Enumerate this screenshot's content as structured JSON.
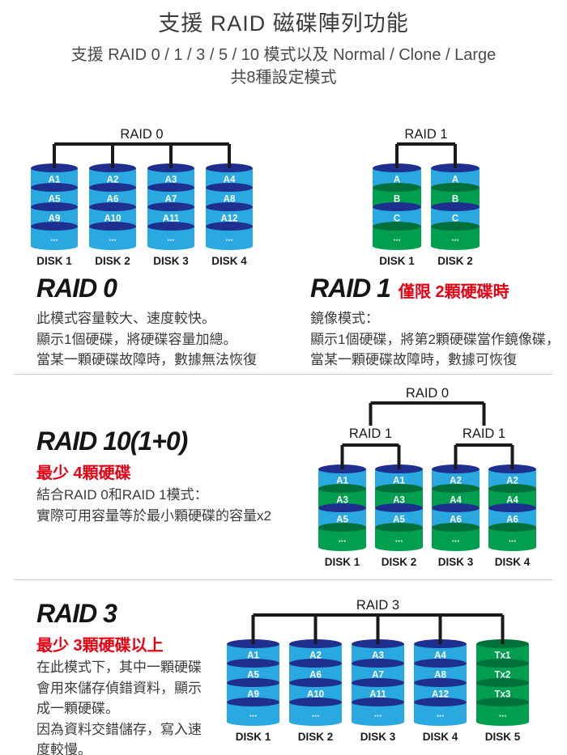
{
  "header": {
    "title": "支援 RAID 磁碟陣列功能",
    "subtitle": "支援 RAID 0 / 1 / 3 / 5 / 10 模式以及 Normal / Clone / Large",
    "subtitle2": "共8種設定模式"
  },
  "colors": {
    "disk_blue": "#29A9E0",
    "disk_blue_dark": "#1E2F90",
    "disk_green": "#009E4F",
    "disk_green_dark": "#00703A",
    "accent_red": "#E60012",
    "line": "#1A1A1A",
    "text": "#3E3A39",
    "divider": "#C9C9C9"
  },
  "raid0": {
    "heading": "RAID 0",
    "diagram_label": "RAID 0",
    "body": [
      "此模式容量較大、速度較快。",
      "顯示1個硬碟，將硬碟容量加總。",
      "當某一顆硬碟故障時，數據無法恢復"
    ],
    "disks": [
      {
        "name": "DISK 1",
        "segments": [
          "A1",
          "A5",
          "A9",
          "..."
        ],
        "colors": [
          "blue",
          "blue",
          "blue",
          "blue"
        ]
      },
      {
        "name": "DISK 2",
        "segments": [
          "A2",
          "A6",
          "A10",
          "..."
        ],
        "colors": [
          "blue",
          "blue",
          "blue",
          "blue"
        ]
      },
      {
        "name": "DISK 3",
        "segments": [
          "A3",
          "A7",
          "A11",
          "..."
        ],
        "colors": [
          "blue",
          "blue",
          "blue",
          "blue"
        ]
      },
      {
        "name": "DISK 4",
        "segments": [
          "A4",
          "A8",
          "A12",
          "..."
        ],
        "colors": [
          "blue",
          "blue",
          "blue",
          "blue"
        ]
      }
    ]
  },
  "raid1": {
    "heading": "RAID 1",
    "note": "僅限 2顆硬碟時",
    "diagram_label": "RAID 1",
    "body": [
      "鏡像模式：",
      "顯示1個硬碟，將第2顆硬碟當作鏡像碟，",
      "當某一顆硬碟故障時，數據可恢復"
    ],
    "disks": [
      {
        "name": "DISK 1",
        "segments": [
          "A",
          "B",
          "C",
          "..."
        ],
        "colors": [
          "blue",
          "green",
          "blue",
          "green"
        ]
      },
      {
        "name": "DISK 2",
        "segments": [
          "A",
          "B",
          "C",
          "..."
        ],
        "colors": [
          "blue",
          "green",
          "blue",
          "green"
        ]
      }
    ]
  },
  "raid10": {
    "heading": "RAID 10(1+0)",
    "note": "最少 4顆硬碟",
    "top_label": "RAID 0",
    "sub_label_left": "RAID 1",
    "sub_label_right": "RAID 1",
    "body": [
      "結合RAID 0和RAID 1模式：",
      "實際可用容量等於最小顆硬碟的容量x2"
    ],
    "disks": [
      {
        "name": "DISK 1",
        "segments": [
          "A1",
          "A3",
          "A5",
          "..."
        ],
        "colors": [
          "blue",
          "green",
          "blue",
          "green"
        ]
      },
      {
        "name": "DISK 2",
        "segments": [
          "A1",
          "A3",
          "A5",
          "..."
        ],
        "colors": [
          "blue",
          "green",
          "blue",
          "green"
        ]
      },
      {
        "name": "DISK 3",
        "segments": [
          "A2",
          "A4",
          "A6",
          "..."
        ],
        "colors": [
          "blue",
          "green",
          "blue",
          "green"
        ]
      },
      {
        "name": "DISK 4",
        "segments": [
          "A2",
          "A4",
          "A6",
          "..."
        ],
        "colors": [
          "blue",
          "green",
          "blue",
          "green"
        ]
      }
    ]
  },
  "raid3": {
    "heading": "RAID 3",
    "note": "最少 3顆硬碟以上",
    "diagram_label": "RAID 3",
    "body": [
      "在此模式下，其中一顆硬碟會用來儲存偵錯資料，顯示成一顆硬碟。",
      "因為資料交錯儲存，寫入速度較慢。"
    ],
    "disks": [
      {
        "name": "DISK 1",
        "segments": [
          "A1",
          "A5",
          "A9",
          "..."
        ],
        "colors": [
          "blue",
          "blue",
          "blue",
          "blue"
        ]
      },
      {
        "name": "DISK 2",
        "segments": [
          "A2",
          "A6",
          "A10",
          "..."
        ],
        "colors": [
          "blue",
          "blue",
          "blue",
          "blue"
        ]
      },
      {
        "name": "DISK 3",
        "segments": [
          "A3",
          "A7",
          "A11",
          "..."
        ],
        "colors": [
          "blue",
          "blue",
          "blue",
          "blue"
        ]
      },
      {
        "name": "DISK 4",
        "segments": [
          "A4",
          "A8",
          "A12",
          "..."
        ],
        "colors": [
          "blue",
          "blue",
          "blue",
          "blue"
        ]
      },
      {
        "name": "DISK 5",
        "segments": [
          "Tx1",
          "Tx2",
          "Tx3",
          "..."
        ],
        "colors": [
          "green",
          "green",
          "green",
          "green"
        ]
      }
    ]
  }
}
